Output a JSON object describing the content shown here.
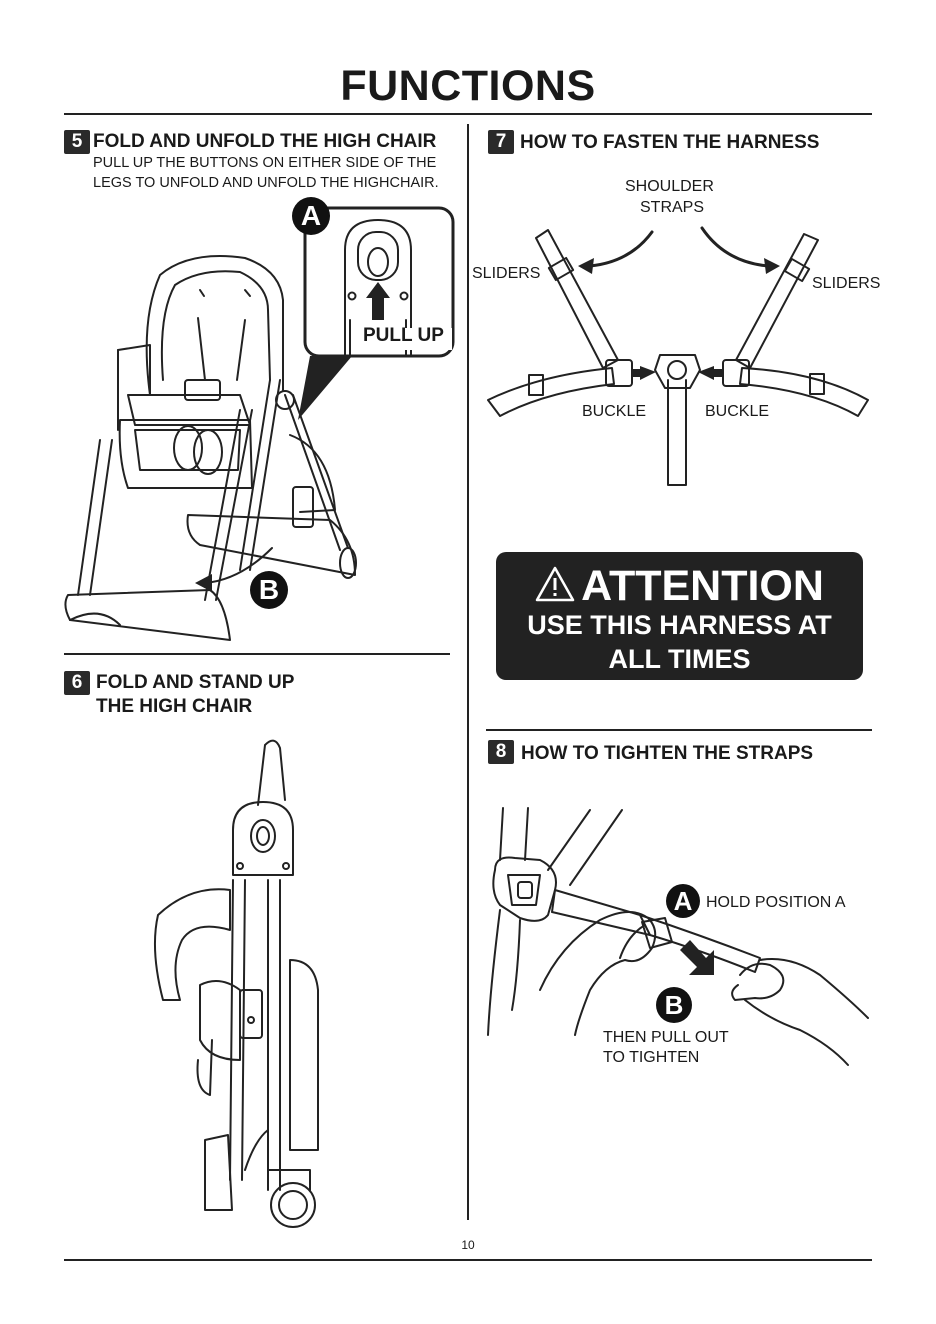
{
  "page": {
    "title": "FUNCTIONS",
    "page_number": "10"
  },
  "sections": {
    "s5": {
      "number": "5",
      "heading": "FOLD AND UNFOLD THE HIGH CHAIR",
      "body_line1": "PULL UP THE BUTTONS ON EITHER SIDE OF THE",
      "body_line2": "LEGS TO UNFOLD AND UNFOLD THE HIGHCHAIR.",
      "callout_a": "A",
      "pull_up": "PULL UP",
      "callout_b": "B"
    },
    "s6": {
      "number": "6",
      "heading_line1": "FOLD AND STAND UP",
      "heading_line2": "THE HIGH CHAIR"
    },
    "s7": {
      "number": "7",
      "heading": "HOW TO FASTEN THE HARNESS",
      "shoulder_line1": "SHOULDER",
      "shoulder_line2": "STRAPS",
      "sliders_left": "SLIDERS",
      "sliders_right": "SLIDERS",
      "buckle_left": "BUCKLE",
      "buckle_right": "BUCKLE"
    },
    "attention": {
      "title": "ATTENTION",
      "line1": "USE THIS HARNESS AT",
      "line2": "ALL TIMES"
    },
    "s8": {
      "number": "8",
      "heading": "HOW TO TIGHTEN THE STRAPS",
      "callout_a": "A",
      "hold": "HOLD POSITION A",
      "callout_b": "B",
      "pull_line1": "THEN PULL OUT",
      "pull_line2": "TO TIGHTEN"
    }
  },
  "icons": {
    "warning": "warning-triangle-icon",
    "arrow": "arrow-icon"
  },
  "colors": {
    "ink": "#1a1a1a",
    "panel": "#222222",
    "paper": "#ffffff"
  }
}
